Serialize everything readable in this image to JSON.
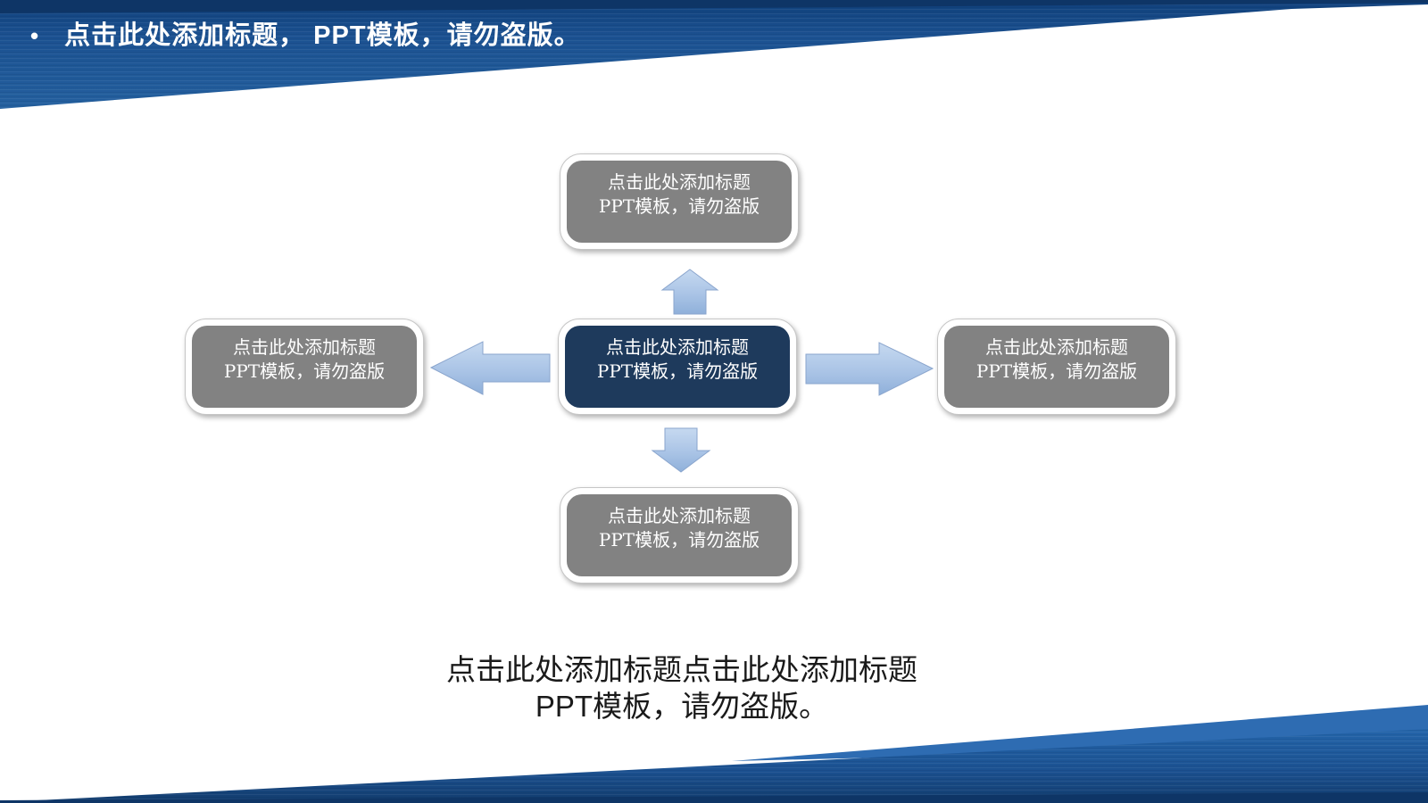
{
  "header": {
    "bullet": "•",
    "title": "点击此处添加标题， PPT模板，请勿盗版。"
  },
  "diagram": {
    "boxes": [
      {
        "role": "top",
        "variant": "gray",
        "line1": "点击此处添加标题",
        "line2": "PPT模板，请勿盗版"
      },
      {
        "role": "left",
        "variant": "gray",
        "line1": "点击此处添加标题",
        "line2": "PPT模板，请勿盗版"
      },
      {
        "role": "center",
        "variant": "navy",
        "line1": "点击此处添加标题",
        "line2": "PPT模板，请勿盗版"
      },
      {
        "role": "right",
        "variant": "gray",
        "line1": "点击此处添加标题",
        "line2": "PPT模板，请勿盗版"
      },
      {
        "role": "bottom",
        "variant": "gray",
        "line1": "点击此处添加标题",
        "line2": "PPT模板，请勿盗版"
      }
    ],
    "arrows": [
      "up",
      "left",
      "right",
      "down"
    ]
  },
  "caption": {
    "line1": "点击此处添加标题点击此处添加标题",
    "line2": "PPT模板，请勿盗版。"
  },
  "colors": {
    "header_blue": "#1b5191",
    "header_dark_edge": "#0e3566",
    "footer_blue": "#1d5596",
    "footer_dark": "#123c6d",
    "accent_navy": "#1e3a5c",
    "box_gray": "#828282",
    "box_ring_border": "#c6c6c6",
    "arrow_light": "#c6d9f0",
    "arrow_dark": "#8fb0da",
    "arrow_stroke": "#8aa5cd",
    "caption_text": "#1a1a1a",
    "header_text": "#ffffff",
    "box_text": "#ffffff"
  }
}
